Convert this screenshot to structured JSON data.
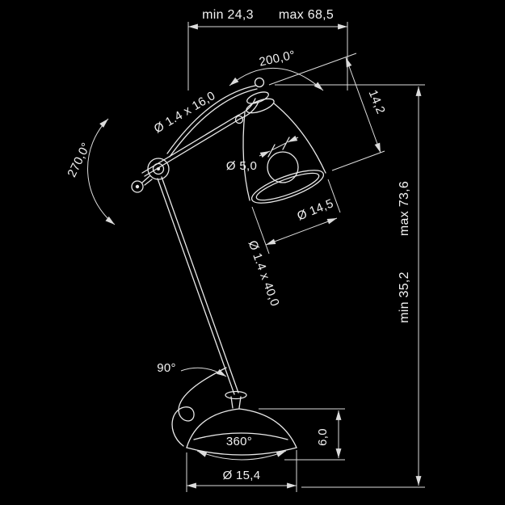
{
  "drawing": {
    "title": "table-lamp-dimension-drawing",
    "colors": {
      "background": "#000000",
      "line": "#e9e9e9",
      "dimension_line": "#dcdcdc",
      "text": "#f2f2f2"
    },
    "dimensions": {
      "width_min": "min 24,3",
      "width_max": "max 68,5",
      "shade_swivel_angle": "200,0°",
      "upper_arm_tube": "Ø 1.4 x 16,0",
      "elbow_rotation_angle": "270,0°",
      "shade_top_hole": "Ø 5,0",
      "shade_depth": "14,2",
      "shade_diameter": "Ø 14,5",
      "lower_arm_tube": "Ø 1.4 x 40,0",
      "height_max": "max 73,6",
      "height_min": "min 35,2",
      "arm_swivel_angle": "90°",
      "base_rotation_angle": "360°",
      "base_height": "6,0",
      "base_diameter": "Ø 15,4"
    }
  }
}
